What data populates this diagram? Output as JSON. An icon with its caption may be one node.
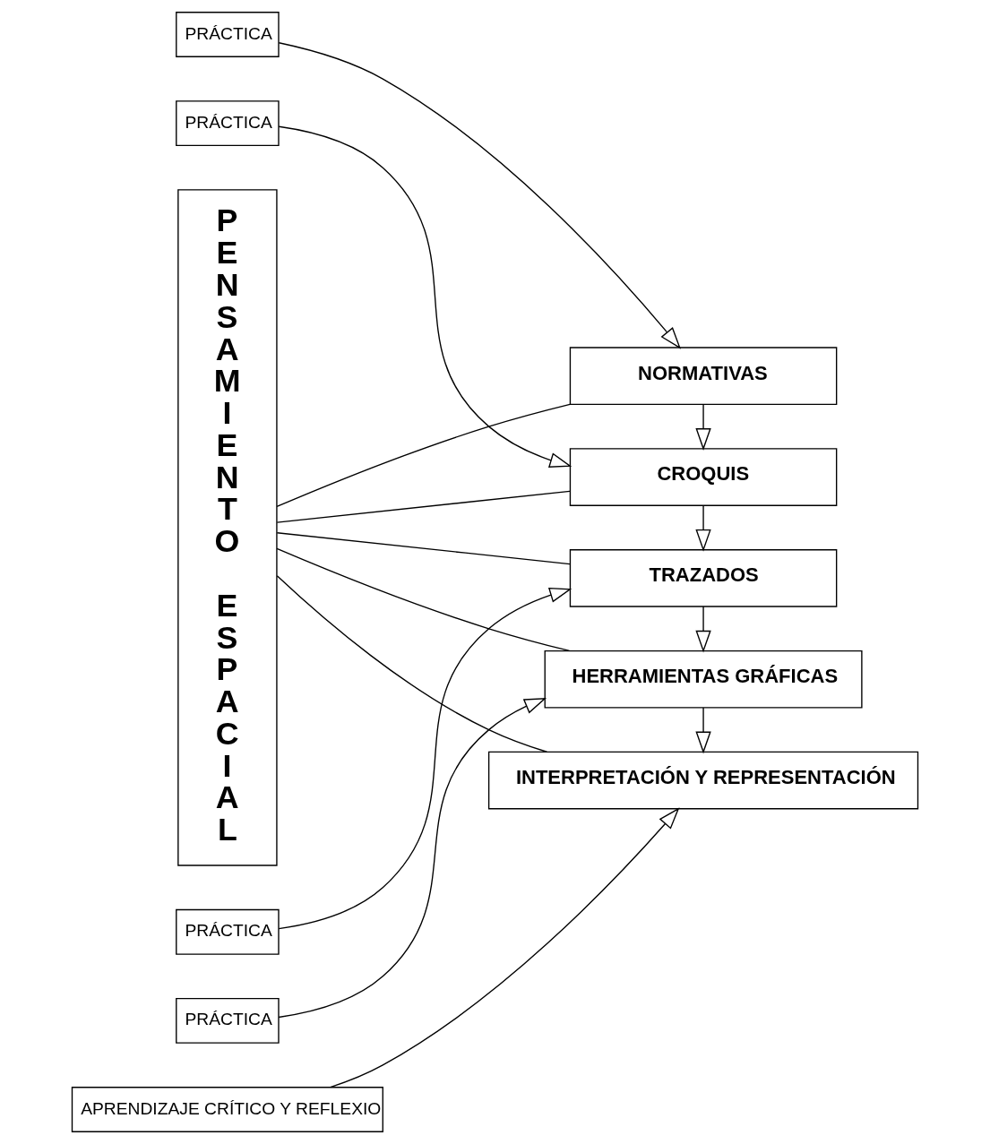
{
  "diagram": {
    "nodes": [
      {
        "text": [
          "PENSAMIENTO ESPACIAL"
        ]
      },
      {
        "text": [
          "NORMATIVAS"
        ]
      },
      {
        "text": [
          "PRÁCTICA"
        ]
      },
      {
        "text": [
          "CROQUIS"
        ]
      },
      {
        "text": [
          "PRÁCTICA"
        ]
      },
      {
        "text": [
          "TRAZADOS"
        ]
      },
      {
        "text": [
          "PRÁCTICA"
        ]
      },
      {
        "text": [
          "HERRAMIENTAS GRÁFICAS"
        ]
      },
      {
        "text": [
          "PRÁCTICA"
        ]
      },
      {
        "text": [
          "INTERPRETACIÓN Y REPRESENTACIÓN"
        ]
      },
      {
        "text": [
          "APRENDIZAJE CRÍTICO Y REFLEXIO"
        ]
      }
    ],
    "edges": [
      {
        "from": 0,
        "to": 1,
        "arrow": "none"
      },
      {
        "from": 2,
        "to": 1,
        "arrow": "to"
      },
      {
        "from": 1,
        "to": 3,
        "arrow": "to"
      },
      {
        "from": 0,
        "to": 3,
        "arrow": "none"
      },
      {
        "from": 4,
        "to": 3,
        "arrow": "to"
      },
      {
        "from": 3,
        "to": 5,
        "arrow": "to"
      },
      {
        "from": 0,
        "to": 5,
        "arrow": "none"
      },
      {
        "from": 6,
        "to": 5,
        "arrow": "to"
      },
      {
        "from": 5,
        "to": 7,
        "arrow": "to"
      },
      {
        "from": 0,
        "to": 7,
        "arrow": "none"
      },
      {
        "from": 8,
        "to": 7,
        "arrow": "to"
      },
      {
        "from": 7,
        "to": 9,
        "arrow": "to"
      },
      {
        "from": 0,
        "to": 9,
        "arrow": "none"
      },
      {
        "from": 10,
        "to": 9,
        "arrow": "to"
      }
    ]
  }
}
